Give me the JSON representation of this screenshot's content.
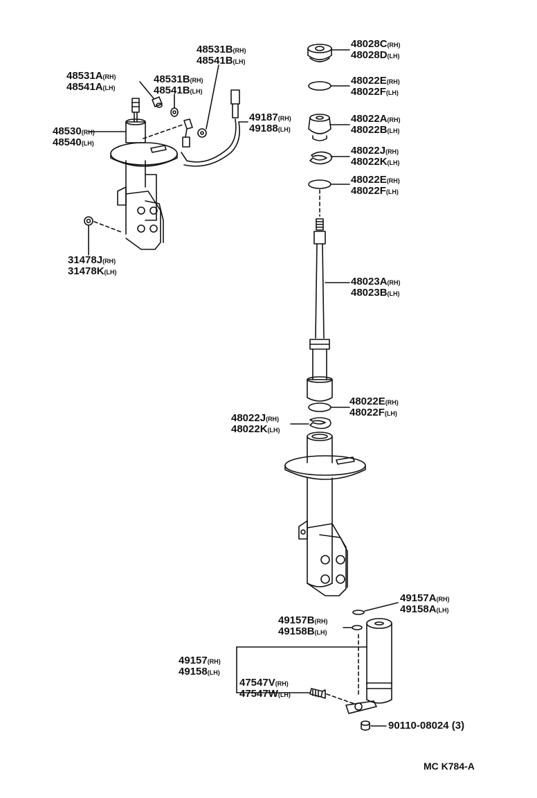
{
  "callouts": [
    {
      "id": "c48028",
      "rows": [
        {
          "code": "48028C",
          "side": "RH"
        },
        {
          "code": "48028D",
          "side": "LH"
        }
      ]
    },
    {
      "id": "c48022ef1",
      "rows": [
        {
          "code": "48022E",
          "side": "RH"
        },
        {
          "code": "48022F",
          "side": "LH"
        }
      ]
    },
    {
      "id": "c48022ab",
      "rows": [
        {
          "code": "48022A",
          "side": "RH"
        },
        {
          "code": "48022B",
          "side": "LH"
        }
      ]
    },
    {
      "id": "c48022jk1",
      "rows": [
        {
          "code": "48022J",
          "side": "RH"
        },
        {
          "code": "48022K",
          "side": "LH"
        }
      ]
    },
    {
      "id": "c48022ef2",
      "rows": [
        {
          "code": "48022E",
          "side": "RH"
        },
        {
          "code": "48022F",
          "side": "LH"
        }
      ]
    },
    {
      "id": "c48023",
      "rows": [
        {
          "code": "48023A",
          "side": "RH"
        },
        {
          "code": "48023B",
          "side": "LH"
        }
      ]
    },
    {
      "id": "c48022ef3",
      "rows": [
        {
          "code": "48022E",
          "side": "RH"
        },
        {
          "code": "48022F",
          "side": "LH"
        }
      ]
    },
    {
      "id": "c48022jk2",
      "rows": [
        {
          "code": "48022J",
          "side": "RH"
        },
        {
          "code": "48022K",
          "side": "LH"
        }
      ]
    },
    {
      "id": "c48531top",
      "rows": [
        {
          "code": "48531B",
          "side": "RH"
        },
        {
          "code": "48541B",
          "side": "LH"
        }
      ]
    },
    {
      "id": "c48531a",
      "rows": [
        {
          "code": "48531A",
          "side": "RH"
        },
        {
          "code": "48541A",
          "side": "LH"
        }
      ]
    },
    {
      "id": "c48531b",
      "rows": [
        {
          "code": "48531B",
          "side": "RH"
        },
        {
          "code": "48541B",
          "side": "LH"
        }
      ]
    },
    {
      "id": "c49187",
      "rows": [
        {
          "code": "49187",
          "side": "RH"
        },
        {
          "code": "49188",
          "side": "LH"
        }
      ]
    },
    {
      "id": "c48530",
      "rows": [
        {
          "code": "48530",
          "side": "RH"
        },
        {
          "code": "48540",
          "side": "LH"
        }
      ]
    },
    {
      "id": "c31478",
      "rows": [
        {
          "code": "31478J",
          "side": "RH"
        },
        {
          "code": "31478K",
          "side": "LH"
        }
      ]
    },
    {
      "id": "c49157a",
      "rows": [
        {
          "code": "49157A",
          "side": "RH"
        },
        {
          "code": "49158A",
          "side": "LH"
        }
      ]
    },
    {
      "id": "c49157b",
      "rows": [
        {
          "code": "49157B",
          "side": "RH"
        },
        {
          "code": "49158B",
          "side": "LH"
        }
      ]
    },
    {
      "id": "c49157",
      "rows": [
        {
          "code": "49157",
          "side": "RH"
        },
        {
          "code": "49158",
          "side": "LH"
        }
      ]
    },
    {
      "id": "c47547",
      "rows": [
        {
          "code": "47547V",
          "side": "RH"
        },
        {
          "code": "47547W",
          "side": "LH"
        }
      ]
    },
    {
      "id": "c90110",
      "rows": [
        {
          "code": "90110-08024 (3)",
          "side": ""
        }
      ]
    }
  ],
  "footer": "MC K784-A"
}
